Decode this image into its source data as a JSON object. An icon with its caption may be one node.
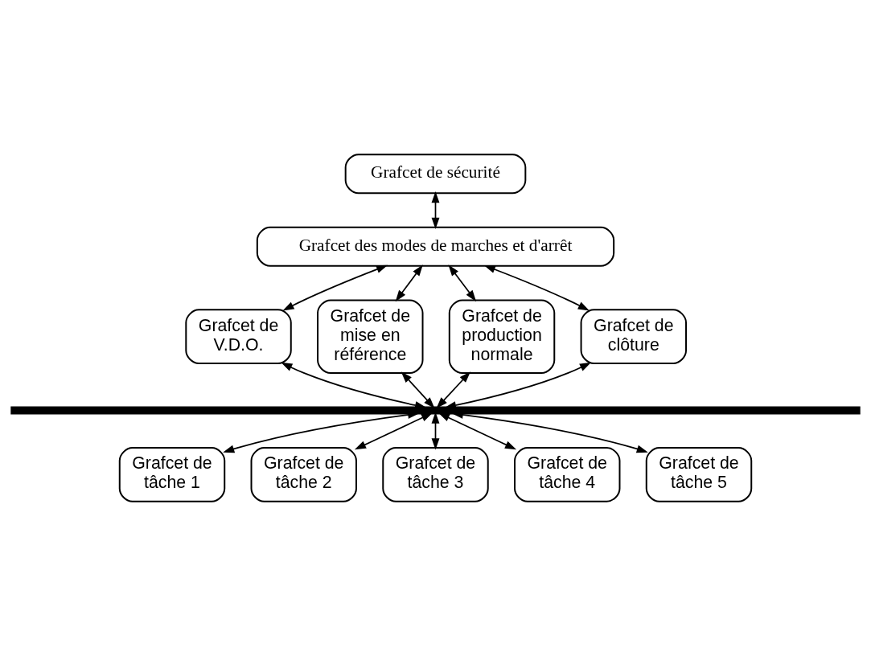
{
  "diagram": {
    "nodes": [
      {
        "text": [
          "Grafcet de sécurité"
        ]
      },
      {
        "text": [
          "Grafcet des modes de marches et d'arrêt"
        ]
      },
      {
        "text": [
          "Grafcet de V.D.O."
        ]
      },
      {
        "text": [
          "Grafcet de mise en référence"
        ]
      },
      {
        "text": [
          "Grafcet de production normale"
        ]
      },
      {
        "text": [
          "Grafcet de clôture"
        ]
      },
      {
        "text": [],
        "shape": "bar"
      },
      {
        "text": [
          "Grafcet de tâche 1"
        ]
      },
      {
        "text": [
          "Grafcet de tâche 2"
        ]
      },
      {
        "text": [
          "Grafcet de tâche 3"
        ]
      },
      {
        "text": [
          "Grafcet de tâche 4"
        ]
      },
      {
        "text": [
          "Grafcet de tâche 5"
        ]
      }
    ],
    "edges": [
      {
        "from": 0,
        "to": 1,
        "arrow": "both"
      },
      {
        "from": 1,
        "to": 2,
        "arrow": "both"
      },
      {
        "from": 1,
        "to": 3,
        "arrow": "both"
      },
      {
        "from": 1,
        "to": 4,
        "arrow": "both"
      },
      {
        "from": 1,
        "to": 5,
        "arrow": "both"
      },
      {
        "from": 2,
        "to": 6,
        "arrow": "both"
      },
      {
        "from": 3,
        "to": 6,
        "arrow": "both"
      },
      {
        "from": 4,
        "to": 6,
        "arrow": "both"
      },
      {
        "from": 5,
        "to": 6,
        "arrow": "both"
      },
      {
        "from": 6,
        "to": 7,
        "arrow": "both"
      },
      {
        "from": 6,
        "to": 8,
        "arrow": "both"
      },
      {
        "from": 6,
        "to": 9,
        "arrow": "both"
      },
      {
        "from": 6,
        "to": 10,
        "arrow": "both"
      },
      {
        "from": 6,
        "to": 11,
        "arrow": "both"
      }
    ]
  }
}
